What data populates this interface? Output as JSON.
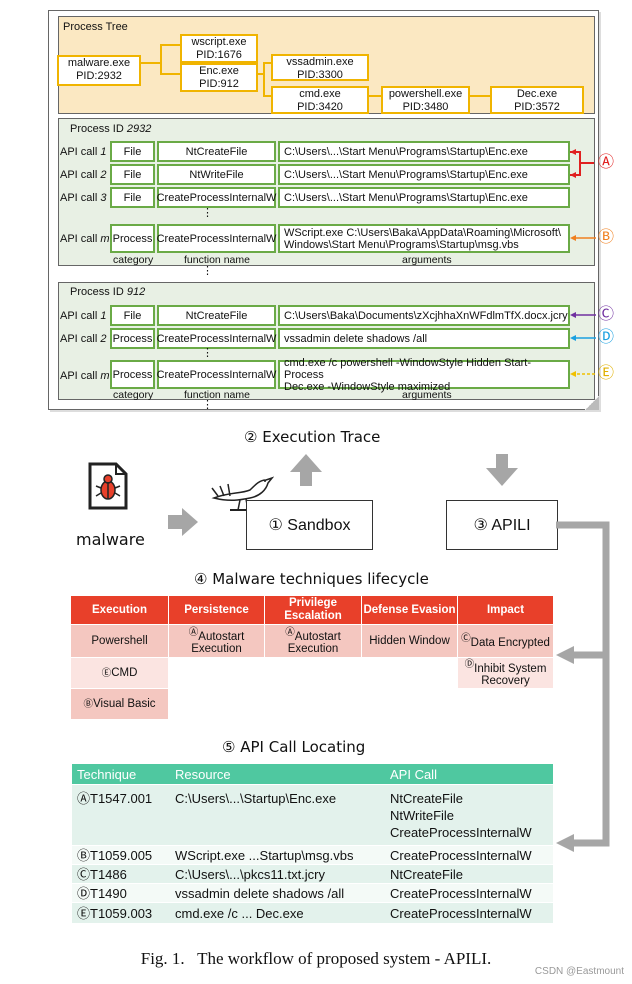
{
  "process_tree": {
    "title": "Process Tree",
    "nodes": [
      {
        "name": "malware.exe",
        "pid": "PID:2932"
      },
      {
        "name": "wscript.exe",
        "pid": "PID:1676"
      },
      {
        "name": "Enc.exe",
        "pid": "PID:912"
      },
      {
        "name": "vssadmin.exe",
        "pid": "PID:3300"
      },
      {
        "name": "cmd.exe",
        "pid": "PID:3420"
      },
      {
        "name": "powershell.exe",
        "pid": "PID:3480"
      },
      {
        "name": "Dec.exe",
        "pid": "PID:3572"
      }
    ]
  },
  "trace1": {
    "title": "Process ID",
    "pid": "2932",
    "rows": [
      {
        "label": "API call",
        "num": "1",
        "category": "File",
        "function": "NtCreateFile",
        "args": "C:\\Users\\...\\Start Menu\\Programs\\Startup\\Enc.exe"
      },
      {
        "label": "API call",
        "num": "2",
        "category": "File",
        "function": "NtWriteFile",
        "args": "C:\\Users\\...\\Start Menu\\Programs\\Startup\\Enc.exe"
      },
      {
        "label": "API call",
        "num": "3",
        "category": "File",
        "function": "CreateProcessInternalW",
        "args": "C:\\Users\\...\\Start Menu\\Programs\\Startup\\Enc.exe"
      },
      {
        "label": "API call",
        "num": "m",
        "category": "Process",
        "function": "CreateProcessInternalW",
        "args1": "WScript.exe C:\\Users\\Baka\\AppData\\Roaming\\Microsoft\\",
        "args2": "Windows\\Start Menu\\Programs\\Startup\\msg.vbs"
      }
    ],
    "footer": {
      "category": "category",
      "function": "function name",
      "args": "arguments"
    }
  },
  "trace2": {
    "title": "Process ID",
    "pid": "912",
    "rows": [
      {
        "label": "API call",
        "num": "1",
        "category": "File",
        "function": "NtCreateFile",
        "args": "C:\\Users\\Baka\\Documents\\zXcjhhaXnWFdlmTfX.docx.jcry"
      },
      {
        "label": "API call",
        "num": "2",
        "category": "Process",
        "function": "CreateProcessInternalW",
        "args": "vssadmin delete shadows /all"
      },
      {
        "label": "API call",
        "num": "m",
        "category": "Process",
        "function": "CreateProcessInternalW",
        "args1": "cmd.exe /c powershell -WindowStyle Hidden Start-Process",
        "args2": "Dec.exe -WindowStyle maximized"
      }
    ],
    "footer": {
      "category": "category",
      "function": "function name",
      "args": "arguments"
    }
  },
  "markers": {
    "A": "Ⓐ",
    "B": "Ⓑ",
    "C": "Ⓒ",
    "D": "Ⓓ",
    "E": "Ⓔ"
  },
  "marker_colors": {
    "A": "#e02020",
    "B": "#f08020",
    "C": "#7030a0",
    "D": "#1aa0e0",
    "E": "#f0c000"
  },
  "dots": "⋮",
  "workflow": {
    "execution_trace": "② Execution Trace",
    "malware_label": "malware",
    "sandbox": "① Sandbox",
    "apili": "③ APILI",
    "lifecycle_title": "④ Malware techniques lifecycle",
    "locating_title": "⑤ API Call Locating"
  },
  "lifecycle": {
    "headers": [
      "Execution",
      "Persistence",
      "Privilege Escalation",
      "Defense Evasion",
      "Impact"
    ],
    "header_color": "#e8402a",
    "execution": [
      {
        "marker": "",
        "text": "Powershell"
      },
      {
        "marker": "Ⓔ",
        "text": "CMD"
      },
      {
        "marker": "Ⓑ",
        "text": "Visual Basic"
      }
    ],
    "persistence": [
      {
        "marker": "Ⓐ",
        "text": "Autostart Execution"
      }
    ],
    "privilege": [
      {
        "marker": "Ⓐ",
        "text": "Autostart Execution"
      }
    ],
    "defense": [
      {
        "marker": "",
        "text": "Hidden Window"
      }
    ],
    "impact": [
      {
        "marker": "Ⓒ",
        "text": "Data Encrypted"
      },
      {
        "marker": "Ⓓ",
        "text": "Inhibit System Recovery"
      }
    ]
  },
  "locating": {
    "headers": [
      "Technique",
      "Resource",
      "API Call"
    ],
    "header_color": "#4fc8a0",
    "rows": [
      {
        "technique": "ⒶT1547.001",
        "resource": "C:\\Users\\...\\Startup\\Enc.exe",
        "api": [
          "NtCreateFile",
          "NtWriteFile",
          "CreateProcessInternalW"
        ]
      },
      {
        "technique": "ⒷT1059.005",
        "resource": "WScript.exe ...Startup\\msg.vbs",
        "api": [
          "CreateProcessInternalW"
        ]
      },
      {
        "technique": "ⒸT1486",
        "resource": "C:\\Users\\...\\pkcs11.txt.jcry",
        "api": [
          "NtCreateFile"
        ]
      },
      {
        "technique": "ⒹT1490",
        "resource": "vssadmin delete shadows /all",
        "api": [
          "CreateProcessInternalW"
        ]
      },
      {
        "technique": "ⒺT1059.003",
        "resource": "cmd.exe /c ... Dec.exe",
        "api": [
          "CreateProcessInternalW"
        ]
      }
    ]
  },
  "caption": "Fig. 1.   The workflow of proposed system - APILI.",
  "watermark": "CSDN @Eastmount"
}
